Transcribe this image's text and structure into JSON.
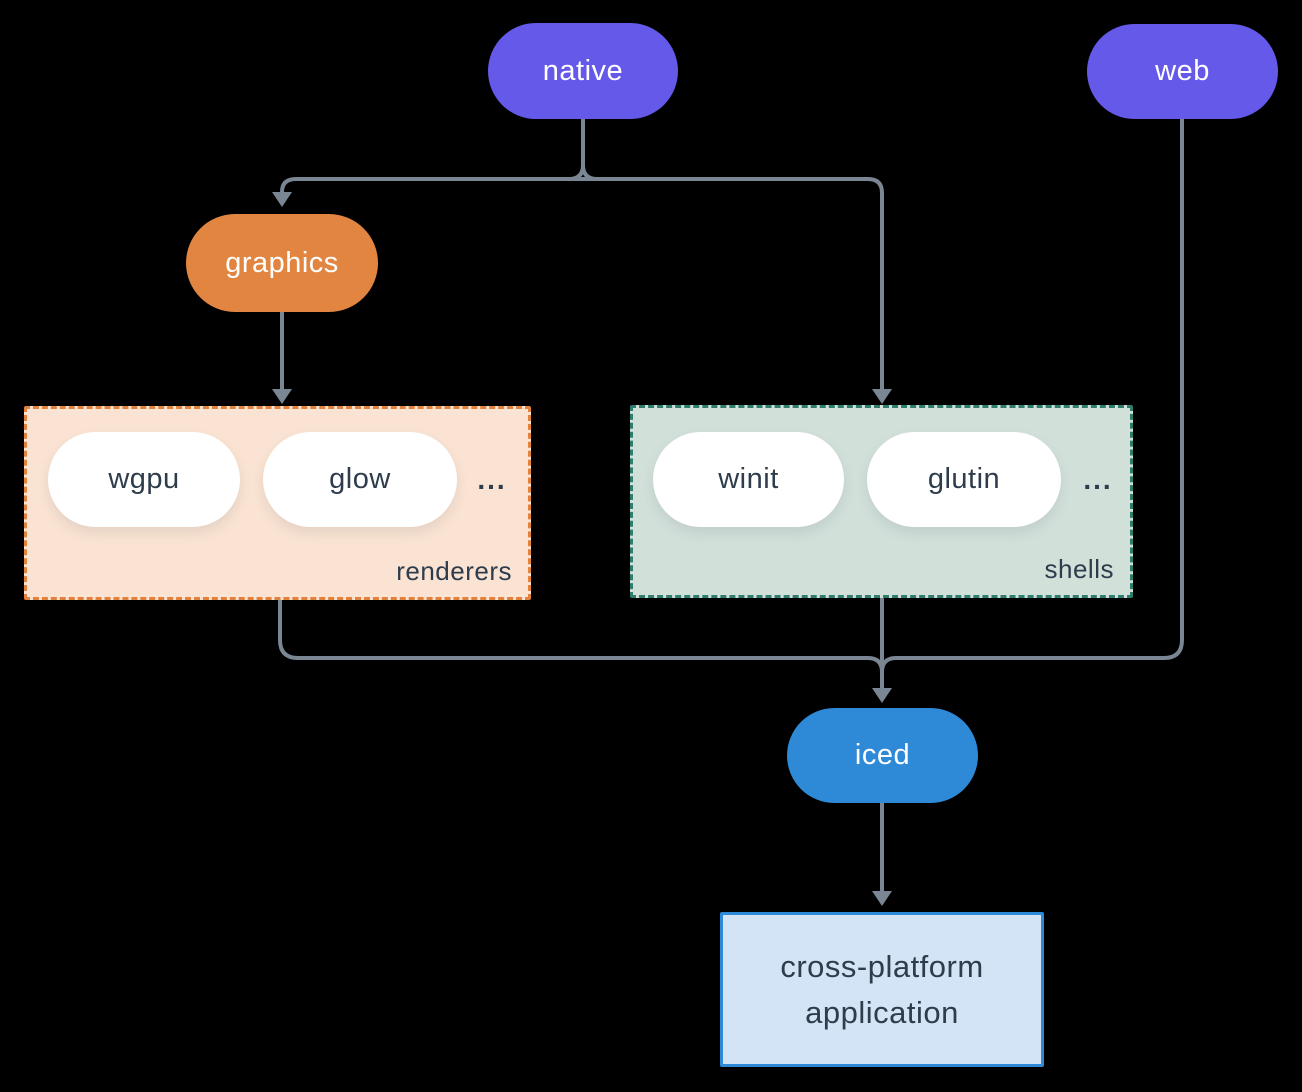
{
  "colors": {
    "purple": "#6559e9",
    "orange": "#e28540",
    "blue": "#2e89d6",
    "line": "#7a8694",
    "ink": "#2e3c4c",
    "renderers-bg": "#fae3d2",
    "renderers-border": "#e2823c",
    "shells-bg": "#d2e0da",
    "shells-border": "#2e7d6d",
    "app-bg": "#d2e4f5",
    "app-border": "#2e89d6",
    "pill-text": "#ffffff",
    "page-bg": "#000000"
  },
  "nodes": {
    "native": {
      "label": "native"
    },
    "web": {
      "label": "web"
    },
    "graphics": {
      "label": "graphics"
    },
    "iced": {
      "label": "iced"
    },
    "app": {
      "line1": "cross-platform",
      "line2": "application"
    }
  },
  "groups": {
    "renderers": {
      "label": "renderers",
      "items": [
        "wgpu",
        "glow"
      ],
      "ellipsis": "..."
    },
    "shells": {
      "label": "shells",
      "items": [
        "winit",
        "glutin"
      ],
      "ellipsis": "..."
    }
  }
}
